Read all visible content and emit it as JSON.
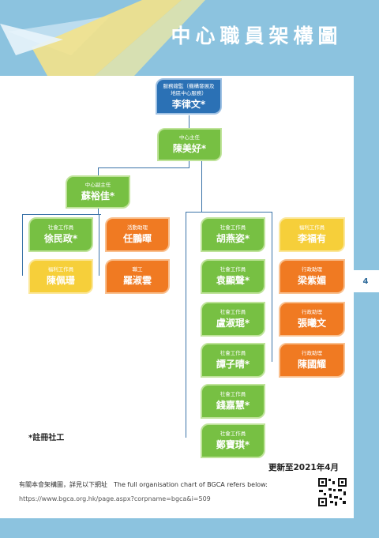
{
  "header": {
    "title": "中心職員架構圖"
  },
  "page_number": "4",
  "chart": {
    "supervisor": {
      "role": "服務總監（機構發展及地區中心服務）",
      "name": "李律文*"
    },
    "director": {
      "role": "中心主任",
      "name": "陳美好*"
    },
    "deputy": {
      "role": "中心副主任",
      "name": "蘇裕佳*"
    },
    "left_col": [
      {
        "role": "社會工作員",
        "name": "徐民政*"
      },
      {
        "role": "福利工作員",
        "name": "陳佩珊"
      }
    ],
    "left_col2": [
      {
        "role": "活動助理",
        "name": "任鵬暉"
      },
      {
        "role": "職工",
        "name": "羅淑雲"
      }
    ],
    "mid_col": [
      {
        "role": "社會工作員",
        "name": "胡燕姿*"
      },
      {
        "role": "社會工作員",
        "name": "袁顯聲*"
      },
      {
        "role": "社會工作員",
        "name": "盧淑琨*"
      },
      {
        "role": "社會工作員",
        "name": "譚子晴*"
      },
      {
        "role": "社會工作員",
        "name": "錢嘉慧*"
      },
      {
        "role": "社會工作員",
        "name": "鄭寶琪*"
      }
    ],
    "right_col": [
      {
        "role": "福利工作員",
        "name": "李福有"
      },
      {
        "role": "行政助理",
        "name": "梁紫媚"
      },
      {
        "role": "行政助理",
        "name": "張曦文"
      },
      {
        "role": "行政助理",
        "name": "陳國耀"
      }
    ]
  },
  "notes": {
    "registered": "*註冊社工",
    "updated": "更新至2021年4月",
    "footer_zh": "有關本會架構圖，詳見以下網址　The full organisation chart of BGCA refers below:",
    "footer_url": "https://www.bgca.org.hk/page.aspx?corpname=bgca&i=509"
  },
  "colors": {
    "green": "#77c043",
    "orange": "#f07a22",
    "yellow": "#f6cf3a",
    "blue": "#2b71b5",
    "background": "#8cc3df"
  }
}
